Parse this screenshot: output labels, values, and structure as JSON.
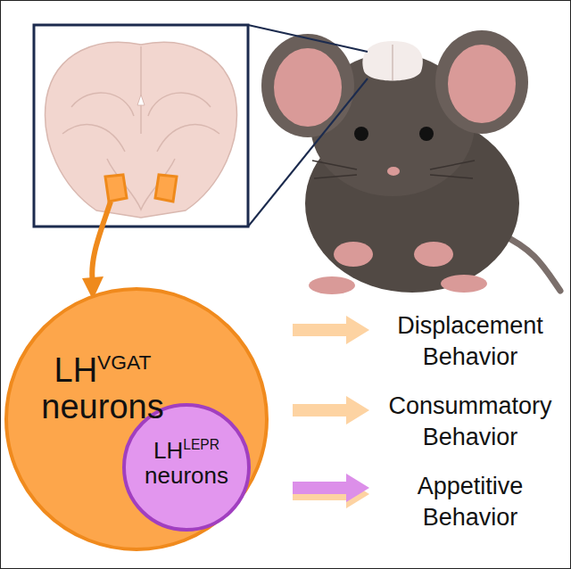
{
  "diagram": {
    "nodes": [
      {
        "text": [
          "LH",
          "VGAT",
          "neurons"
        ]
      },
      {
        "text": [
          "LH",
          "LEPR",
          "neurons"
        ],
        "in": 0
      },
      {
        "text": [
          "Displacement Behavior"
        ]
      },
      {
        "text": [
          "Consummatory Behavior"
        ]
      },
      {
        "text": [
          "Appetitive Behavior"
        ]
      }
    ],
    "edges": [
      {
        "from": 0,
        "to": 2,
        "arrow": "to"
      },
      {
        "from": 0,
        "to": 3,
        "arrow": "to"
      },
      {
        "from": 0,
        "to": 4,
        "arrow": "to"
      },
      {
        "from": 1,
        "to": 4,
        "arrow": "to"
      }
    ]
  }
}
